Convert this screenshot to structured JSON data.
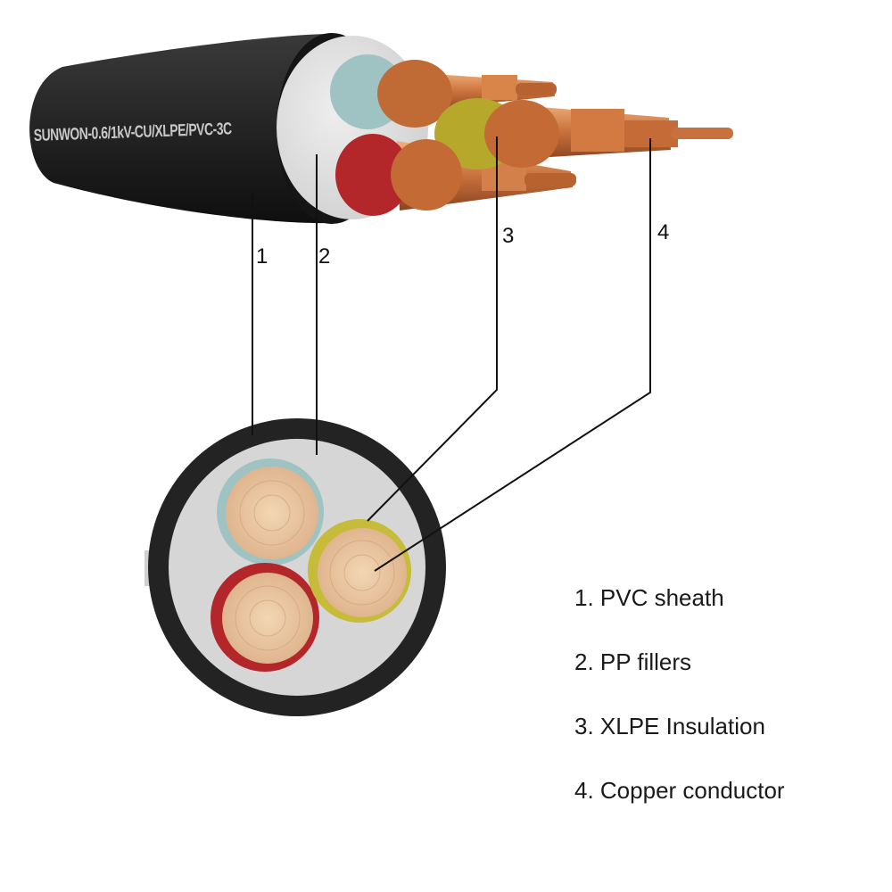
{
  "cable_marking": "SUNWON-0.6/1kV-CU/XLPE/PVC-3C",
  "callouts": [
    "1",
    "2",
    "3",
    "4"
  ],
  "legend": [
    "1. PVC sheath",
    "2. PP fillers",
    "3. XLPE Insulation",
    "4. Copper conductor"
  ],
  "colors": {
    "sheath": "#1f1f1f",
    "filler": "#d9d9d9",
    "insulation_blue": "#9fc3c2",
    "insulation_red": "#b3262a",
    "insulation_yellow": "#b6a82a",
    "copper": "#c9713c",
    "conductor_cross_section": "#e8c19c"
  }
}
